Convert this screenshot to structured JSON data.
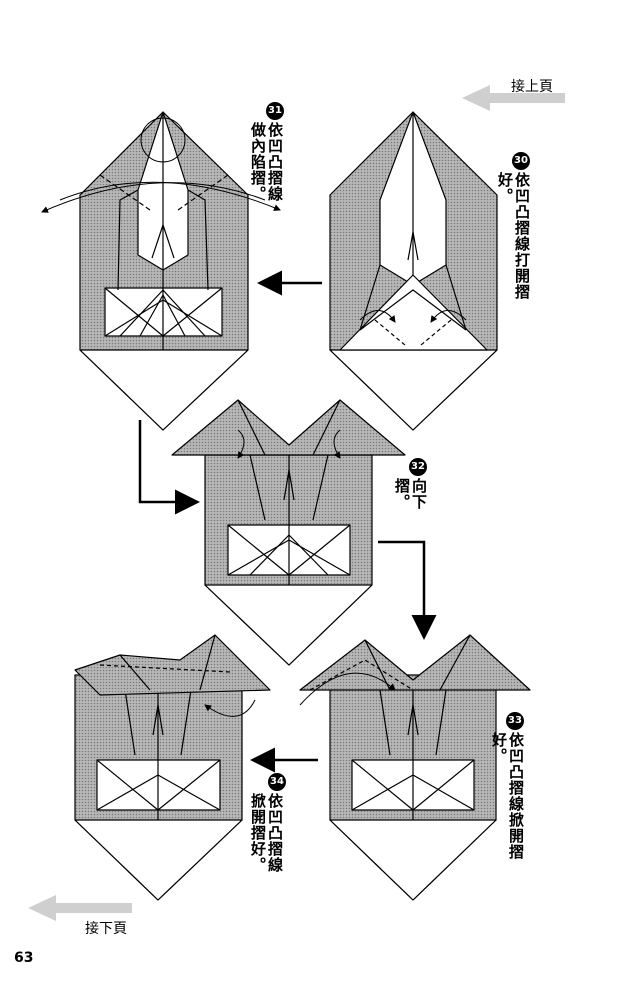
{
  "page_number": "63",
  "nav": {
    "continue_from": "接上頁",
    "continue_to": "接下頁"
  },
  "steps": [
    {
      "num": "30",
      "text": "依凹凸摺線打開摺好。"
    },
    {
      "num": "31",
      "text": "依凹凸摺線做內陷摺。"
    },
    {
      "num": "32",
      "text": "向下摺。"
    },
    {
      "num": "33",
      "text": "依凹凸摺線掀開摺好。"
    },
    {
      "num": "34",
      "text": "依凹凸摺線掀開摺好。"
    }
  ],
  "colors": {
    "fill_gray": "#a9a9a9",
    "line": "#000000",
    "nav_arrow": "#cfcfcf"
  }
}
